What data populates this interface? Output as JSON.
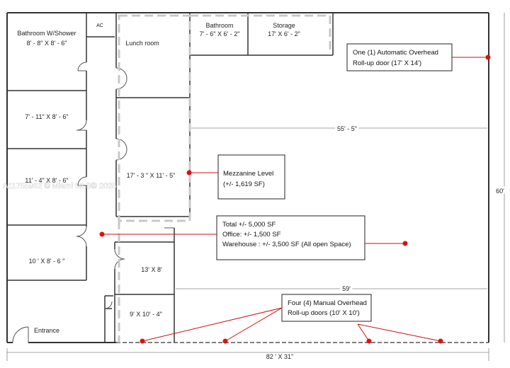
{
  "rooms": {
    "bathroom_shower": {
      "name": "Bathroom W/Shower",
      "size": "8' - 8\" X 8' - 6\""
    },
    "ac": "AC",
    "lunch_room": "Lunch room",
    "bathroom_top": {
      "name": "Bathroom",
      "size": "7' - 6\" X 6' - 2\""
    },
    "storage": {
      "name": "Storage",
      "size": "17' X 6' - 2\""
    },
    "office_1": "7' - 11\" X 8' - 6\"",
    "office_2": "11' - 4\" X 8' - 6\"",
    "office_3": "10 ' X 8' - 6 \"",
    "mezz_room": "17' - 3 \" X 11' - 5\"",
    "room_13x8": "13' X 8'",
    "room_9x10": "9' X 10' - 4\"",
    "entrance": "Entrance"
  },
  "dimensions": {
    "inner_width_top": "55' - 5\"",
    "inner_width_bottom": "59'",
    "depth": "60'",
    "overall": "82 ' X 31\""
  },
  "callouts": {
    "auto_door": [
      "One (1) Automatic Overhead",
      "Roll-up door (17' X 14')"
    ],
    "mezzanine": [
      "Mezzanine Level",
      "(+/- 1,619 SF)"
    ],
    "totals": [
      "Total  +/- 5,000 SF",
      "Office: +/- 1,500 SF",
      "Warehouse : +/- 3,500 SF (All open Space)"
    ],
    "manual_doors": [
      "Four (4) Manual Overhead",
      "Roll-up doors (10' X 10')"
    ]
  },
  "watermark": "A11755952 © Miami MLS® 2025",
  "colors": {
    "wall": "#333333",
    "callout_line": "#cc1111",
    "marker": "#dd1111",
    "mezzanine_dash": "#c8c8c8",
    "dimension": "#888888"
  }
}
